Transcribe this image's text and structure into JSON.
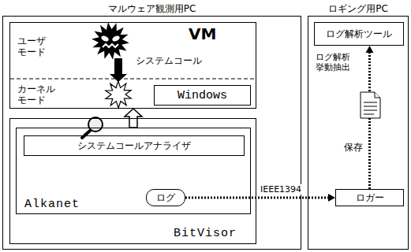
{
  "diagram": {
    "nodes": [
      {
        "text": [
          "マルウェア観測用PC"
        ]
      },
      {
        "text": [
          "VM"
        ],
        "in": 0
      },
      {
        "text": [
          "Windows"
        ],
        "in": 1
      },
      {
        "text": [
          "BitVisor"
        ],
        "in": 0
      },
      {
        "text": [
          "Alkanet"
        ],
        "in": 3
      },
      {
        "text": [
          "システムコールアナライザ"
        ],
        "in": 4
      },
      {
        "text": [
          "ログ"
        ],
        "in": 4
      },
      {
        "text": [
          "ロギング用PC"
        ]
      },
      {
        "text": [
          "ログ解析ツール"
        ],
        "in": 7
      },
      {
        "text": [
          "ロガー"
        ],
        "in": 7
      }
    ],
    "edges": [
      {
        "from": 6,
        "to": 9,
        "label": "IEEE1394",
        "arrow": "to"
      },
      {
        "from": 9,
        "to": 8,
        "arrow": "to"
      },
      {
        "from": 4,
        "to": 1,
        "arrow": "to"
      }
    ],
    "labels": [
      "システムコール",
      "ユーザ モード",
      "カーネル モード",
      "ログ解析 挙動抽出",
      "保存"
    ]
  }
}
